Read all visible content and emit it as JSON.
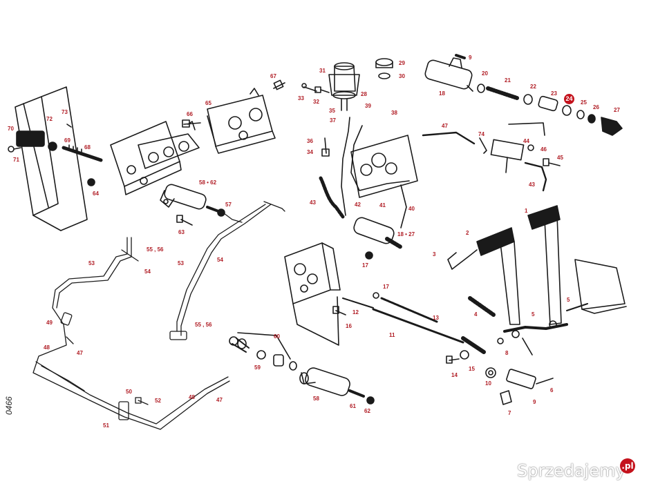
{
  "drawing_code": "0466",
  "watermark": {
    "text": "Sprzedajemy",
    "badge": ".pl"
  },
  "highlight_color": "#c4121c",
  "label_color": "#b01c24",
  "callouts": [
    {
      "id": "c1",
      "text": "1",
      "hl": false
    },
    {
      "id": "c2",
      "text": "2",
      "hl": false
    },
    {
      "id": "c3",
      "text": "3",
      "hl": false
    },
    {
      "id": "c4",
      "text": "4",
      "hl": false
    },
    {
      "id": "c5a",
      "text": "5",
      "hl": false
    },
    {
      "id": "c5b",
      "text": "5",
      "hl": false
    },
    {
      "id": "c6",
      "text": "6",
      "hl": false
    },
    {
      "id": "c7",
      "text": "7",
      "hl": false
    },
    {
      "id": "c8",
      "text": "8",
      "hl": false
    },
    {
      "id": "c9a",
      "text": "9",
      "hl": false
    },
    {
      "id": "c9b",
      "text": "9",
      "hl": false
    },
    {
      "id": "c10",
      "text": "10",
      "hl": false
    },
    {
      "id": "c11",
      "text": "11",
      "hl": false
    },
    {
      "id": "c12",
      "text": "12",
      "hl": false
    },
    {
      "id": "c13",
      "text": "13",
      "hl": false
    },
    {
      "id": "c14",
      "text": "14",
      "hl": false
    },
    {
      "id": "c15",
      "text": "15",
      "hl": false
    },
    {
      "id": "c16",
      "text": "16",
      "hl": false
    },
    {
      "id": "c17a",
      "text": "17",
      "hl": false
    },
    {
      "id": "c17b",
      "text": "17",
      "hl": false
    },
    {
      "id": "c18a",
      "text": "18",
      "hl": false
    },
    {
      "id": "c18b",
      "text": "18 • 27",
      "hl": false
    },
    {
      "id": "c20",
      "text": "20",
      "hl": false
    },
    {
      "id": "c21",
      "text": "21",
      "hl": false
    },
    {
      "id": "c22",
      "text": "22",
      "hl": false
    },
    {
      "id": "c23",
      "text": "23",
      "hl": false
    },
    {
      "id": "c24",
      "text": "24",
      "hl": true
    },
    {
      "id": "c25",
      "text": "25",
      "hl": false
    },
    {
      "id": "c26",
      "text": "26",
      "hl": false
    },
    {
      "id": "c27",
      "text": "27",
      "hl": false
    },
    {
      "id": "c28",
      "text": "28",
      "hl": false
    },
    {
      "id": "c29",
      "text": "29",
      "hl": false
    },
    {
      "id": "c30",
      "text": "30",
      "hl": false
    },
    {
      "id": "c31",
      "text": "31",
      "hl": false
    },
    {
      "id": "c32",
      "text": "32",
      "hl": false
    },
    {
      "id": "c33",
      "text": "33",
      "hl": false
    },
    {
      "id": "c34",
      "text": "34",
      "hl": false
    },
    {
      "id": "c35",
      "text": "35",
      "hl": false
    },
    {
      "id": "c36",
      "text": "36",
      "hl": false
    },
    {
      "id": "c37",
      "text": "37",
      "hl": false
    },
    {
      "id": "c38",
      "text": "38",
      "hl": false
    },
    {
      "id": "c39",
      "text": "39",
      "hl": false
    },
    {
      "id": "c40",
      "text": "40",
      "hl": false
    },
    {
      "id": "c41",
      "text": "41",
      "hl": false
    },
    {
      "id": "c42",
      "text": "42",
      "hl": false
    },
    {
      "id": "c43a",
      "text": "43",
      "hl": false
    },
    {
      "id": "c43b",
      "text": "43",
      "hl": false
    },
    {
      "id": "c44",
      "text": "44",
      "hl": false
    },
    {
      "id": "c45",
      "text": "45",
      "hl": false
    },
    {
      "id": "c46",
      "text": "46",
      "hl": false
    },
    {
      "id": "c47a",
      "text": "47",
      "hl": false
    },
    {
      "id": "c47b",
      "text": "47",
      "hl": false
    },
    {
      "id": "c47c",
      "text": "47",
      "hl": false
    },
    {
      "id": "c48a",
      "text": "48",
      "hl": false
    },
    {
      "id": "c48b",
      "text": "48",
      "hl": false
    },
    {
      "id": "c49",
      "text": "49",
      "hl": false
    },
    {
      "id": "c50",
      "text": "50",
      "hl": false
    },
    {
      "id": "c51",
      "text": "51",
      "hl": false
    },
    {
      "id": "c52",
      "text": "52",
      "hl": false
    },
    {
      "id": "c53a",
      "text": "53",
      "hl": false
    },
    {
      "id": "c53b",
      "text": "53",
      "hl": false
    },
    {
      "id": "c54a",
      "text": "54",
      "hl": false
    },
    {
      "id": "c54b",
      "text": "54",
      "hl": false
    },
    {
      "id": "c5556a",
      "text": "55 , 56",
      "hl": false
    },
    {
      "id": "c5556b",
      "text": "55 , 56",
      "hl": false
    },
    {
      "id": "c57",
      "text": "57",
      "hl": false
    },
    {
      "id": "c58a",
      "text": "58 • 62",
      "hl": false
    },
    {
      "id": "c58b",
      "text": "58",
      "hl": false
    },
    {
      "id": "c59",
      "text": "59",
      "hl": false
    },
    {
      "id": "c60",
      "text": "60",
      "hl": false
    },
    {
      "id": "c61",
      "text": "61",
      "hl": false
    },
    {
      "id": "c62",
      "text": "62",
      "hl": false
    },
    {
      "id": "c63",
      "text": "63",
      "hl": false
    },
    {
      "id": "c64",
      "text": "64",
      "hl": false
    },
    {
      "id": "c65",
      "text": "65",
      "hl": false
    },
    {
      "id": "c66",
      "text": "66",
      "hl": false
    },
    {
      "id": "c67",
      "text": "67",
      "hl": false
    },
    {
      "id": "c68",
      "text": "68",
      "hl": false
    },
    {
      "id": "c69",
      "text": "69",
      "hl": false
    },
    {
      "id": "c70",
      "text": "70",
      "hl": false
    },
    {
      "id": "c71",
      "text": "71",
      "hl": false
    },
    {
      "id": "c72",
      "text": "72",
      "hl": false
    },
    {
      "id": "c73",
      "text": "73",
      "hl": false
    },
    {
      "id": "c74",
      "text": "74",
      "hl": false
    }
  ]
}
